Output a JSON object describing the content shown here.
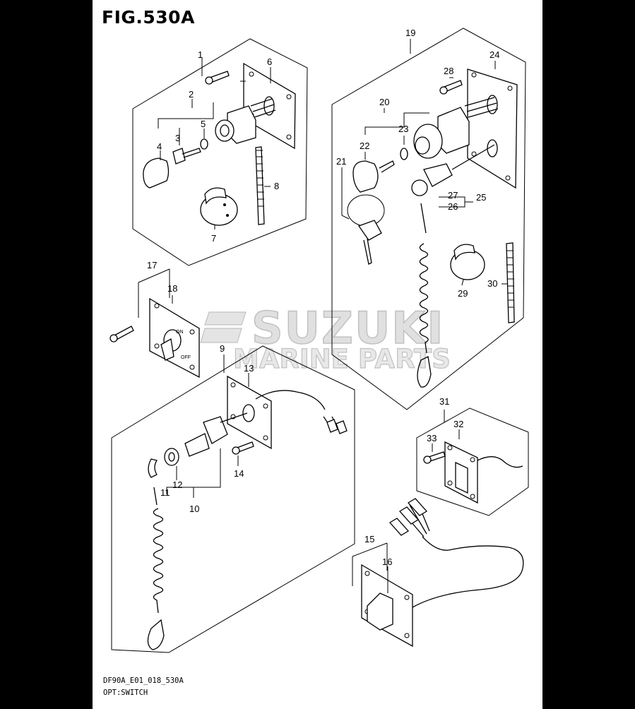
{
  "figure": {
    "title": "FIG.530A",
    "footer_code": "DF90A_E01_018_530A",
    "footer_name": "OPT:SWITCH"
  },
  "watermark": {
    "line1": "SUZUKI",
    "line2": "MARINE PARTS"
  },
  "callouts": {
    "c1": "1",
    "c2": "2",
    "c3": "3",
    "c4": "4",
    "c5": "5",
    "c6": "6",
    "c7": "7",
    "c8": "8",
    "c9": "9",
    "c10": "10",
    "c11": "11",
    "c12": "12",
    "c13": "13",
    "c14": "14",
    "c15": "15",
    "c16": "16",
    "c17": "17",
    "c18": "18",
    "c19": "19",
    "c20": "20",
    "c21": "21",
    "c22": "22",
    "c23": "23",
    "c24": "24",
    "c25": "25",
    "c26": "26",
    "c27": "27",
    "c28": "28",
    "c29": "29",
    "c30": "30",
    "c31": "31",
    "c32": "32",
    "c33": "33"
  },
  "switch_marks": {
    "on": "ON",
    "off": "OFF"
  }
}
